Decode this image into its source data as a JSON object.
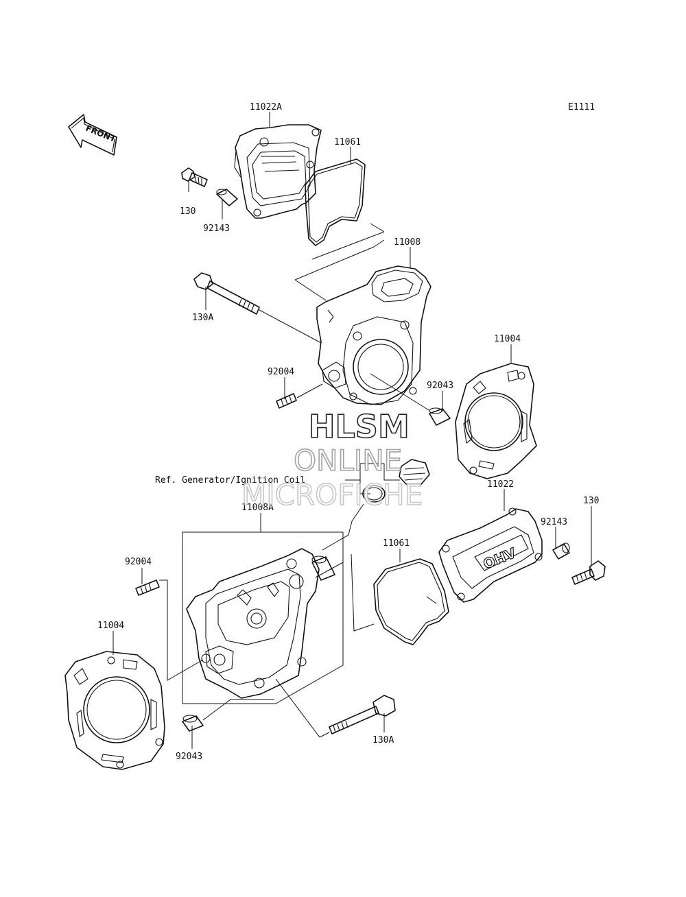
{
  "diagram_code": "E1111",
  "front_arrow_label": "FRONT",
  "reference_note": "Ref. Generator/Ignition Coil",
  "watermark": {
    "line1": "HLSM",
    "line2": "ONLINE",
    "line3": "MICROFICHE"
  },
  "parts": {
    "cover_top": "11022A",
    "gasket_top": "11061",
    "bolt_top": "130",
    "dowel_top": "92143",
    "head_top": "11008",
    "long_bolt_top": "130A",
    "stud_top": "92004",
    "dowel_mid": "92043",
    "head_gasket_right": "11004",
    "head_bottom": "11008A",
    "cover_bottom": "11022",
    "dowel_bottom_right": "92143",
    "bolt_bottom_right": "130",
    "gasket_bottom": "11061",
    "stud_bottom": "92004",
    "head_gasket_left": "11004",
    "dowel_bottom": "92043",
    "long_bolt_bottom": "130A"
  },
  "cover_logo": "OHV"
}
